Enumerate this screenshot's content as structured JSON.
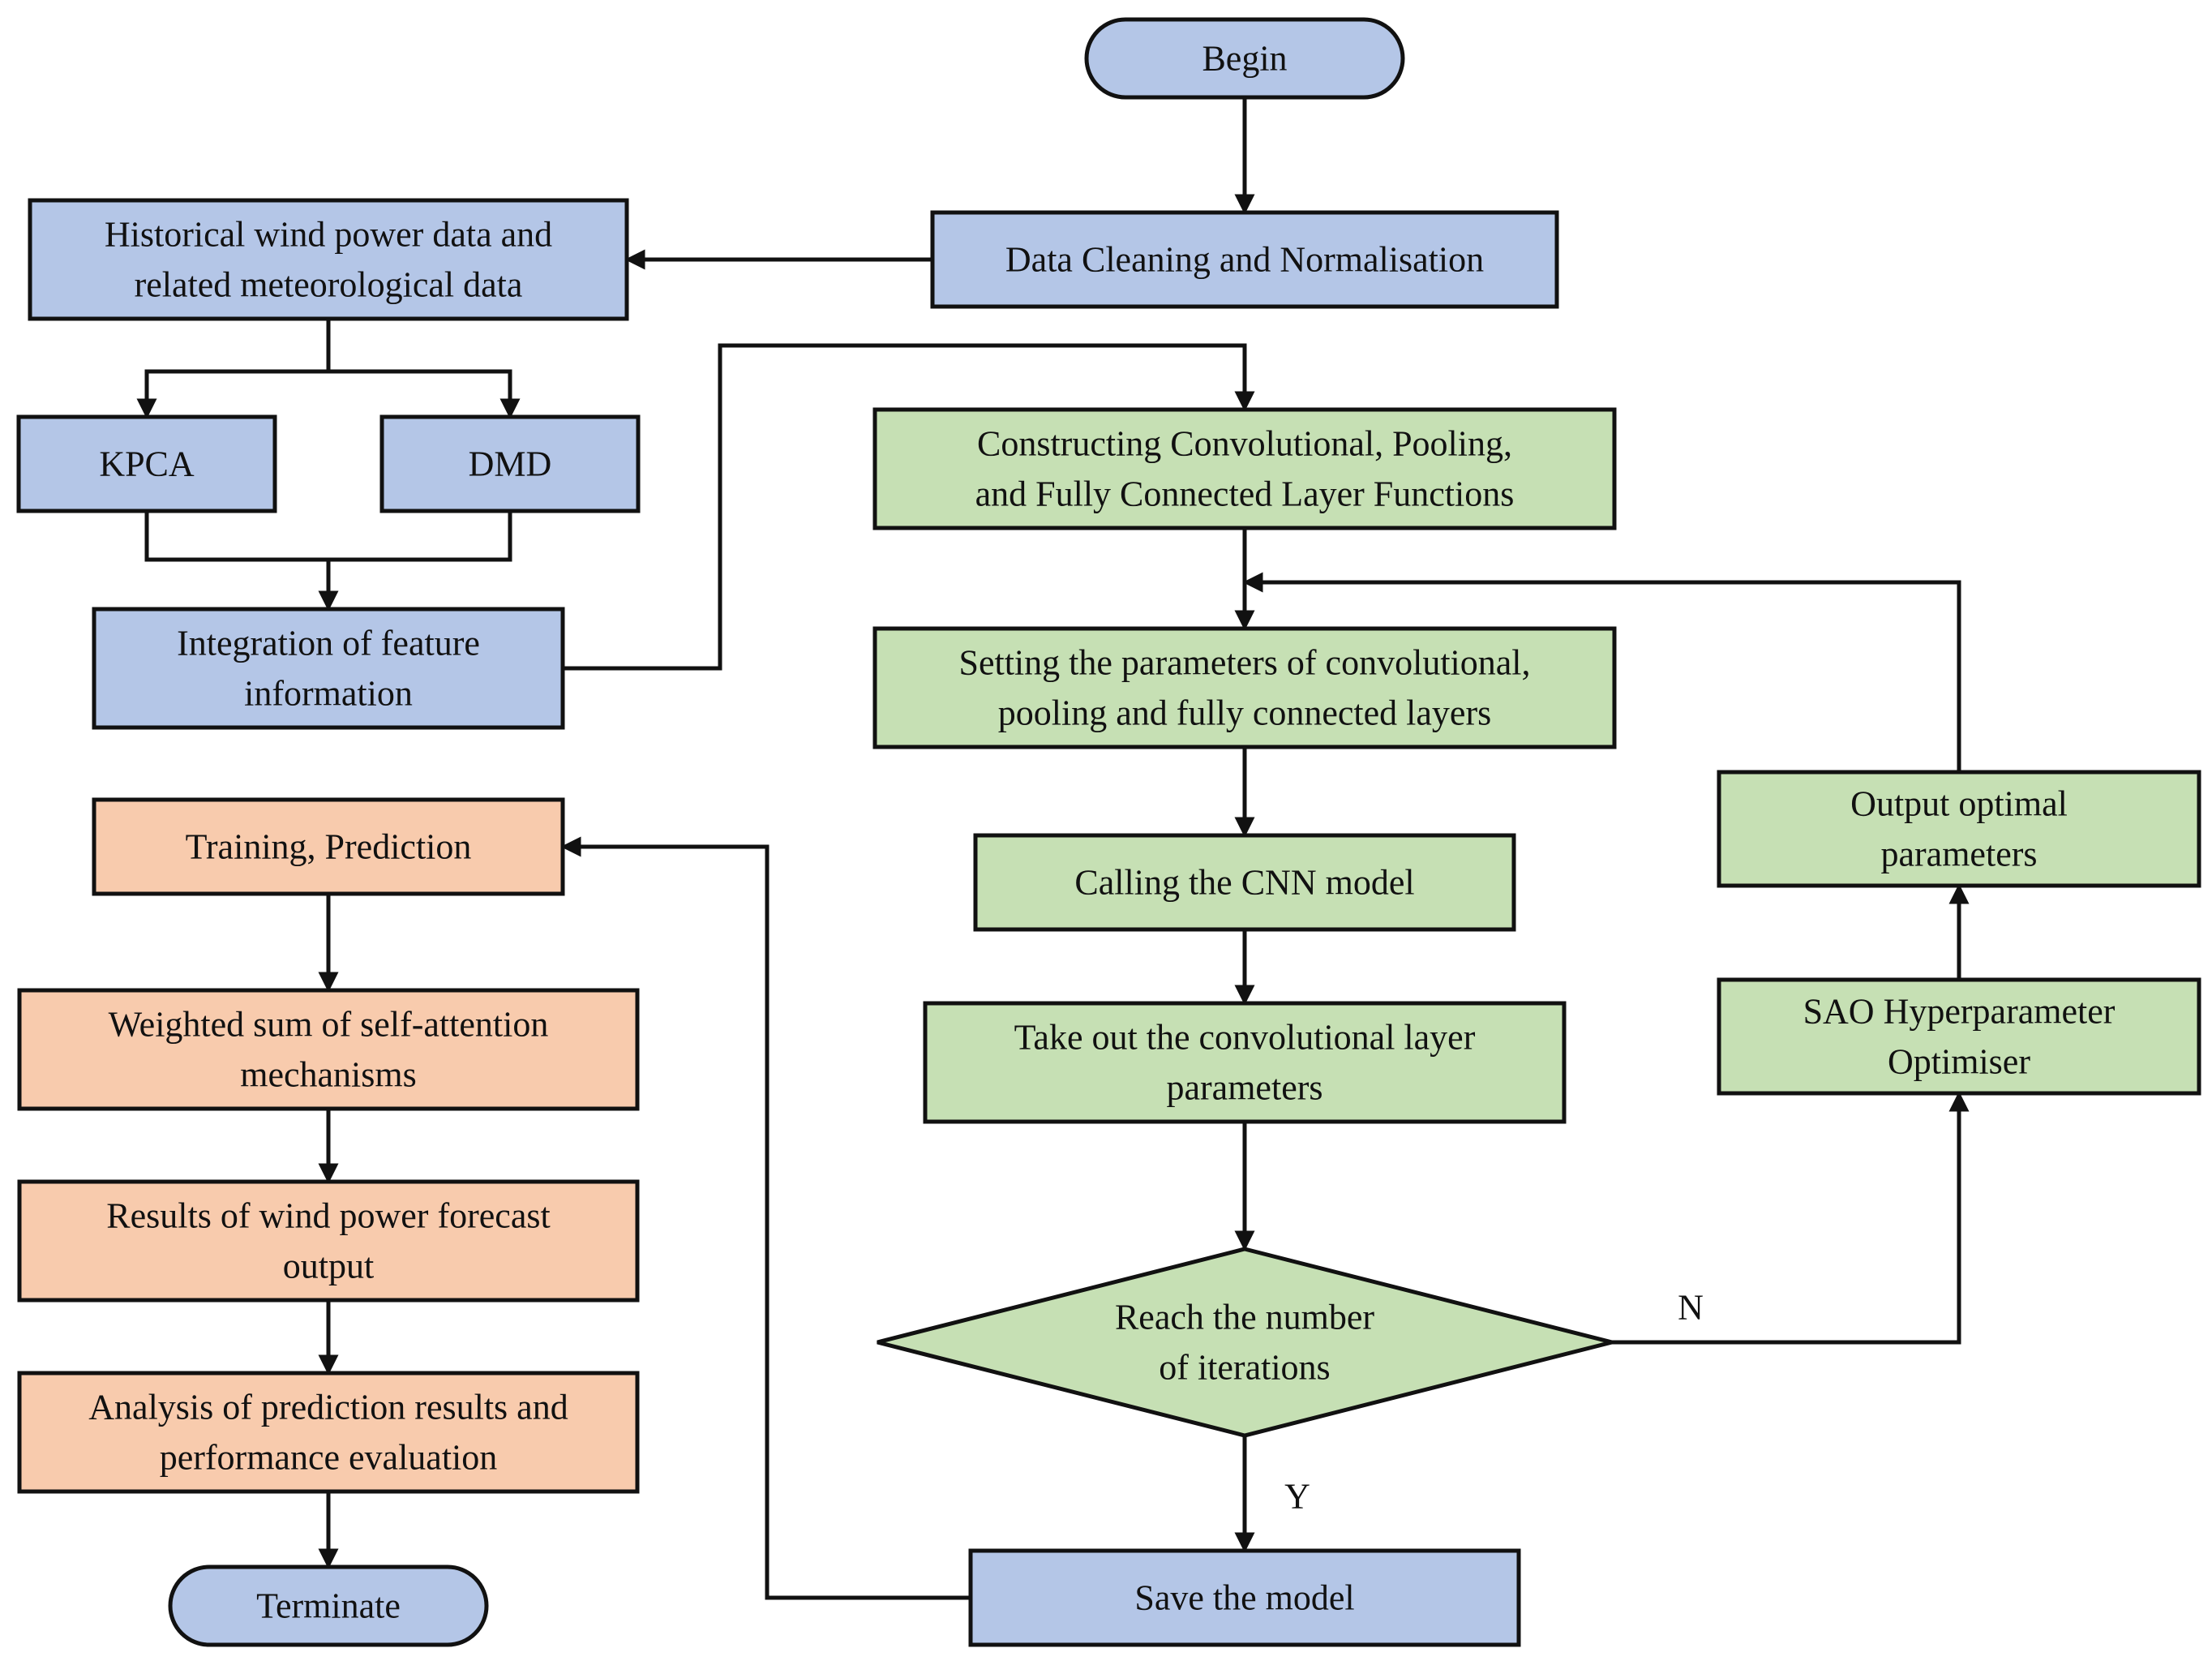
{
  "colors": {
    "blue": "#b4c6e7",
    "green": "#c6e0b4",
    "orange": "#f8cbad",
    "stroke": "#111111"
  },
  "nodes": {
    "begin": {
      "lines": [
        "Begin"
      ]
    },
    "cleaning": {
      "lines": [
        "Data Cleaning and Normalisation"
      ]
    },
    "historical": {
      "lines": [
        "Historical wind power data and",
        "related meteorological data"
      ]
    },
    "kpca": {
      "lines": [
        "KPCA"
      ]
    },
    "dmd": {
      "lines": [
        "DMD"
      ]
    },
    "integration": {
      "lines": [
        "Integration of feature",
        "information"
      ]
    },
    "constructing": {
      "lines": [
        "Constructing Convolutional, Pooling,",
        "and Fully Connected Layer Functions"
      ]
    },
    "setting": {
      "lines": [
        "Setting the parameters of convolutional,",
        "pooling and fully connected layers"
      ]
    },
    "calling": {
      "lines": [
        "Calling the CNN model"
      ]
    },
    "takeout": {
      "lines": [
        "Take out the convolutional layer",
        "parameters"
      ]
    },
    "reach": {
      "lines": [
        "Reach the number",
        "of iterations"
      ]
    },
    "save": {
      "lines": [
        "Save the model"
      ]
    },
    "output_optimal": {
      "lines": [
        "Output optimal",
        "parameters"
      ]
    },
    "sao": {
      "lines": [
        "SAO Hyperparameter",
        "Optimiser"
      ]
    },
    "training": {
      "lines": [
        "Training, Prediction"
      ]
    },
    "weighted": {
      "lines": [
        "Weighted sum of self-attention",
        "mechanisms"
      ]
    },
    "results": {
      "lines": [
        "Results of wind power forecast",
        "output"
      ]
    },
    "analysis": {
      "lines": [
        "Analysis of prediction results and",
        "performance evaluation"
      ]
    },
    "terminate": {
      "lines": [
        "Terminate"
      ]
    }
  },
  "edge_labels": {
    "no": "N",
    "yes": "Y"
  }
}
